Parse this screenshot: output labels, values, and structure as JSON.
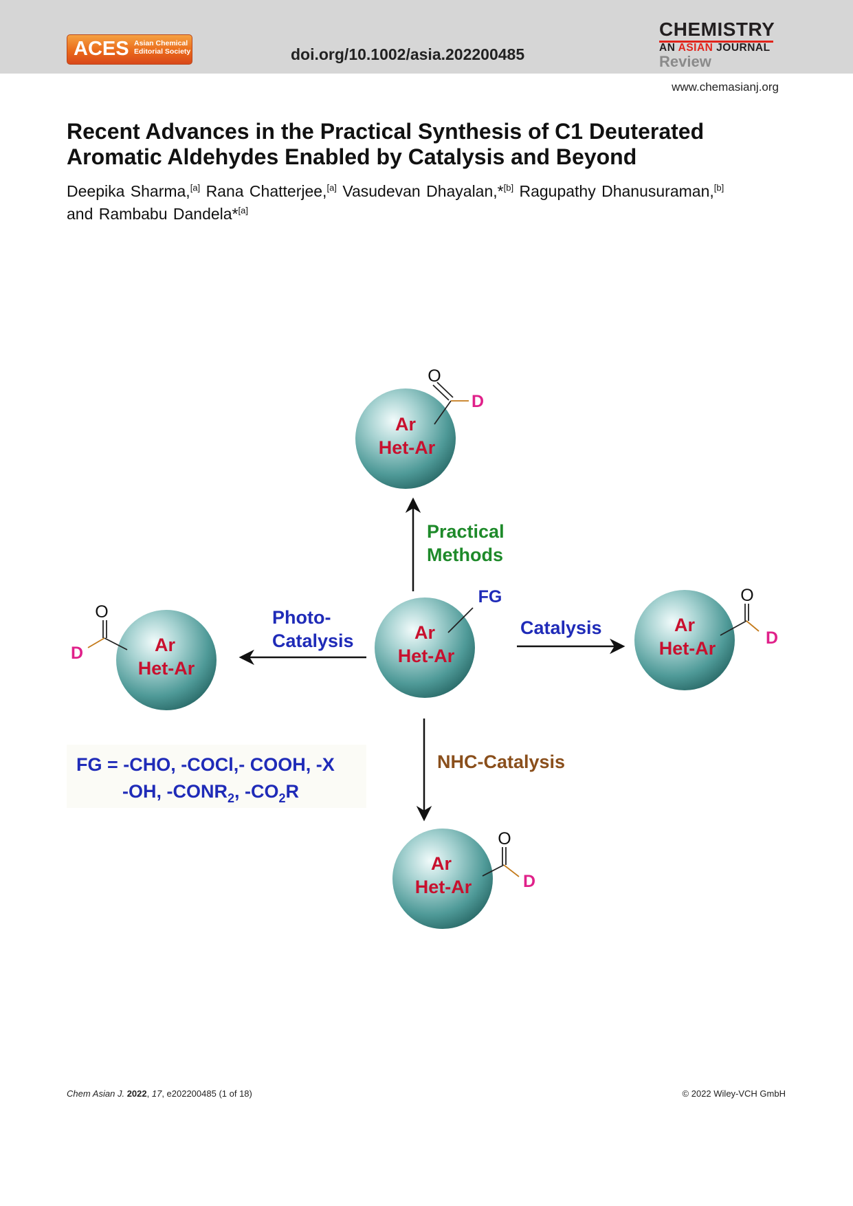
{
  "header": {
    "logo_main": "ACES",
    "logo_sub_1": "Asian Chemical",
    "logo_sub_2": "Editorial Society",
    "doi": "doi.org/10.1002/asia.202200485",
    "journal_name": "CHEMISTRY",
    "journal_sub_part1": "AN ",
    "journal_sub_highlight": "ASIAN",
    "journal_sub_part2": " JOURNAL",
    "article_type": "Review",
    "website": "www.chemasianj.org"
  },
  "article": {
    "title_line1": "Recent Advances in the Practical Synthesis of C1 Deuterated",
    "title_line2": "Aromatic Aldehydes Enabled by Catalysis and Beyond",
    "authors": [
      {
        "name": "Deepika Sharma,",
        "aff": "[a]"
      },
      {
        "name": "Rana Chatterjee,",
        "aff": "[a]"
      },
      {
        "name": "Vasudevan Dhayalan,*",
        "aff": "[b]"
      },
      {
        "name": "Ragupathy Dhanusuraman,",
        "aff": "[b]"
      },
      {
        "name": "and Rambabu Dandela*",
        "aff": "[a]"
      }
    ]
  },
  "graphic": {
    "sphere_label_1": "Ar",
    "sphere_label_2": "Het-Ar",
    "center_substituent": "FG",
    "oxygen": "O",
    "deuterium": "D",
    "arrow_up_line1": "Practical",
    "arrow_up_line2": "Methods",
    "arrow_left_line1": "Photo-",
    "arrow_left_line2": "Catalysis",
    "arrow_right": "Catalysis",
    "arrow_down": "NHC-Catalysis",
    "fg_line1": "FG = -CHO, -COCl,- COOH, -X",
    "fg_line2_a": "-OH, -CONR",
    "fg_line2_sub1": "2",
    "fg_line2_b": ", -CO",
    "fg_line2_sub2": "2",
    "fg_line2_c": "R",
    "colors": {
      "sphere_label": "#c8102e",
      "practical": "#1e8a2a",
      "photo": "#1f2bb8",
      "nhc": "#8a4f1c",
      "deuterium": "#e0218a"
    }
  },
  "footer": {
    "journal_abbr": "Chem Asian J.",
    "year": "2022",
    "volume": "17",
    "article_no": ", e202200485 (1 of 18)",
    "copyright": "© 2022 Wiley-VCH GmbH"
  }
}
